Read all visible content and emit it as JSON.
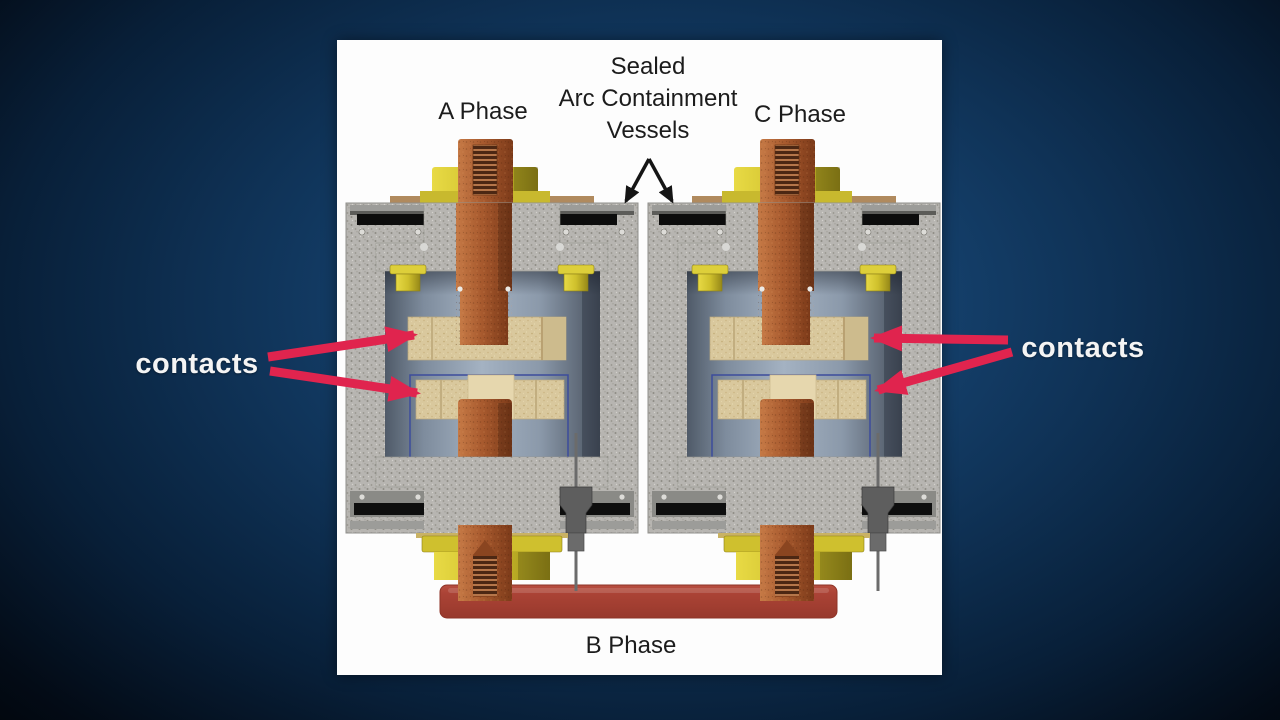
{
  "slide": {
    "title_lines": [
      "Sealed",
      "Arc Containment",
      "Vessels"
    ],
    "labels": {
      "phase_a": "A Phase",
      "phase_c": "C Phase",
      "phase_b": "B Phase",
      "contacts_left": "contacts",
      "contacts_right": "contacts"
    },
    "diagram": {
      "vessel_count": 2,
      "vessel_names": [
        "A Phase vessel",
        "C Phase vessel"
      ],
      "callouts": [
        {
          "text": "Sealed Arc Containment Vessels",
          "arrow_color": "#151515",
          "points_to": "top inner corners of both vessels"
        },
        {
          "text": "contacts",
          "arrow_color": "#e0244e",
          "points_to": "upper and lower contact blocks in each vessel"
        }
      ]
    },
    "colors": {
      "background_blue": "#0f3256",
      "panel_white": "#fdfdfd",
      "label_dark": "#1c1c1c",
      "label_light": "#f4f4f4",
      "red_arrow": "#e0244e",
      "black_arrow": "#151515",
      "copper": "#a85a2e",
      "contact_tan": "#d9c89d",
      "housing_gray": "#b7b5b1",
      "chamber_steel": "#a4b2c2",
      "bolt_yellow": "#cfc02c",
      "bus_bar_red": "#ab4337"
    }
  }
}
